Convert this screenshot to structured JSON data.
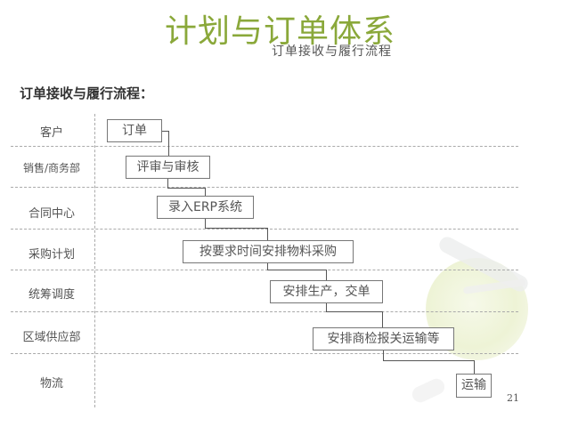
{
  "slide": {
    "title": "计划与订单体系",
    "subtitle": "订单接收与履行流程",
    "section_heading": "订单接收与履行流程：",
    "page_number": "21",
    "colors": {
      "title": "#8aa83a",
      "text": "#555555",
      "border": "#777777",
      "dash": "#aaaaaa"
    }
  },
  "lanes": [
    {
      "label": "客户"
    },
    {
      "label": "销售/商务部"
    },
    {
      "label": "合同中心"
    },
    {
      "label": "采购计划"
    },
    {
      "label": "统筹调度"
    },
    {
      "label": "区域供应部"
    },
    {
      "label": "物流"
    }
  ],
  "steps": [
    {
      "label": "订单",
      "lane": "客户"
    },
    {
      "label": "评审与审核",
      "lane": "销售/商务部"
    },
    {
      "label": "录入ERP系统",
      "lane": "合同中心"
    },
    {
      "label": "按要求时间安排物料采购",
      "lane": "采购计划"
    },
    {
      "label": "安排生产，交单",
      "lane": "统筹调度"
    },
    {
      "label": "安排商检报关运输等",
      "lane": "区域供应部"
    },
    {
      "label": "运输",
      "lane": "物流"
    }
  ],
  "decoration": {
    "background_image": "globe-airplane-icon"
  }
}
